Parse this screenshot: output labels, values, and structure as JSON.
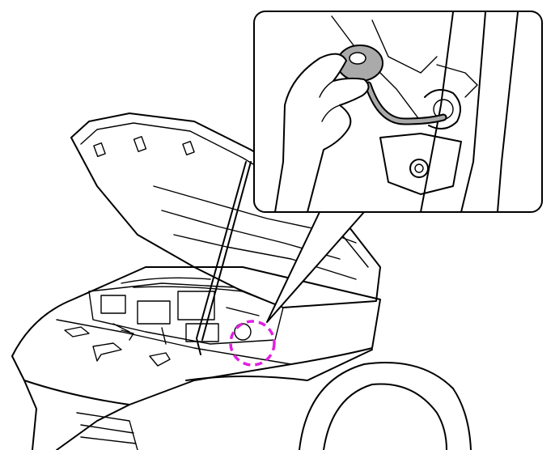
{
  "colors": {
    "line": "#000000",
    "background": "#ffffff",
    "highlight": "#e020e0",
    "grommet": "#aaaaaa"
  },
  "icons": [
    "hood-open-car-illustration",
    "callout-detail",
    "highlight-circle"
  ]
}
